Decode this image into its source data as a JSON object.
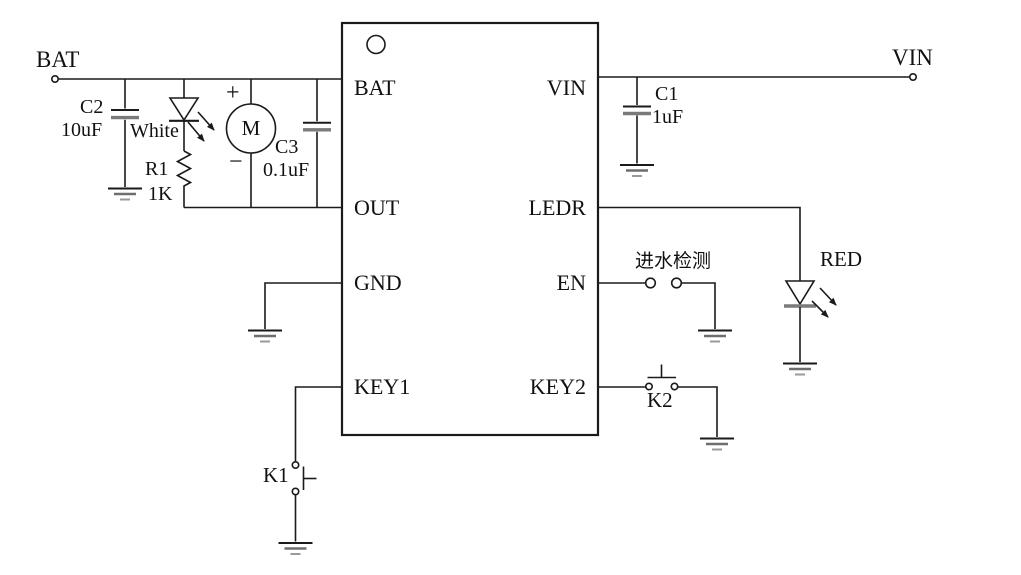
{
  "terminals": {
    "bat": "BAT",
    "vin": "VIN"
  },
  "ic": {
    "pins_left": [
      "BAT",
      "OUT",
      "GND",
      "KEY1"
    ],
    "pins_right": [
      "VIN",
      "LEDR",
      "EN",
      "KEY2"
    ]
  },
  "components": {
    "c1": {
      "ref": "C1",
      "value": "1uF"
    },
    "c2": {
      "ref": "C2",
      "value": "10uF"
    },
    "c3": {
      "ref": "C3",
      "value": "0.1uF"
    },
    "r1": {
      "ref": "R1",
      "value": "1K"
    },
    "white_led": {
      "label": "White"
    },
    "red_led": {
      "label": "RED"
    },
    "motor": {
      "label": "M",
      "plus": "+",
      "minus": "−"
    },
    "water_detect": {
      "label": "进水检测"
    },
    "k1": {
      "label": "K1"
    },
    "k2": {
      "label": "K2"
    }
  },
  "colors": {
    "wire": "#1a1a1a",
    "background": "#ffffff",
    "gray_accent": "#7a7a7a"
  }
}
